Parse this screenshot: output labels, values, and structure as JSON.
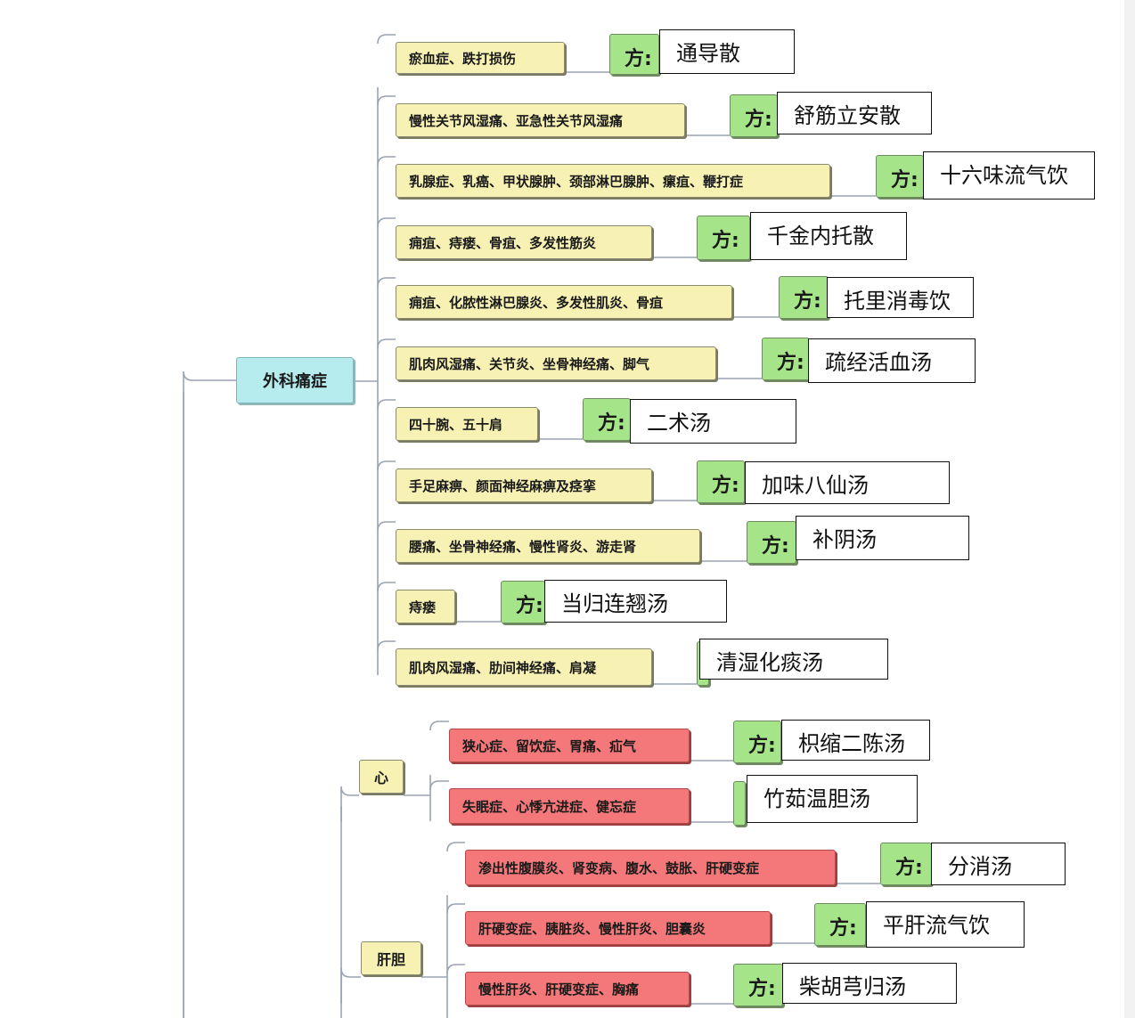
{
  "root": {
    "label": "外科痛症"
  },
  "fang_label": "方:",
  "surgical_items": [
    {
      "condition": "瘀血症、跌打损伤",
      "formula": "通导散"
    },
    {
      "condition": "慢性关节风湿痛、亚急性关节风湿痛",
      "formula": "舒筋立安散"
    },
    {
      "condition": "乳腺症、乳癌、甲状腺肿、颈部淋巴腺肿、瘰疽、鞭打症",
      "formula": "十六味流气饮"
    },
    {
      "condition": "痈疽、痔瘘、骨疽、多发性筋炎",
      "formula": "千金内托散"
    },
    {
      "condition": "痈疽、化脓性淋巴腺炎、多发性肌炎、骨疽",
      "formula": "托里消毒饮"
    },
    {
      "condition": "肌肉风湿痛、关节炎、坐骨神经痛、脚气",
      "formula": "疏经活血汤"
    },
    {
      "condition": "四十腕、五十肩",
      "formula": "二术汤"
    },
    {
      "condition": "手足麻痹、颜面神经麻痹及痉挛",
      "formula": "加味八仙汤"
    },
    {
      "condition": "腰痛、坐骨神经痛、慢性肾炎、游走肾",
      "formula": "补阴汤"
    },
    {
      "condition": "痔瘘",
      "formula": "当归连翘汤"
    },
    {
      "condition": "肌肉风湿痛、肋间神经痛、肩凝",
      "formula": "清湿化痰汤"
    }
  ],
  "categories": [
    {
      "label": "心",
      "items": [
        {
          "condition": "狭心症、留饮症、胃痛、疝气",
          "formula": "枳缩二陈汤"
        },
        {
          "condition": "失眠症、心悸亢进症、健忘症",
          "formula": "竹茹温胆汤"
        }
      ]
    },
    {
      "label": "肝胆",
      "items": [
        {
          "condition": "渗出性腹膜炎、肾变病、腹水、鼓胀、肝硬变症",
          "formula": "分消汤"
        },
        {
          "condition": "肝硬变症、胰脏炎、慢性肝炎、胆囊炎",
          "formula": "平肝流气饮"
        },
        {
          "condition": "慢性肝炎、肝硬变症、胸痛",
          "formula": "柴胡芎归汤"
        }
      ]
    }
  ],
  "colors": {
    "surgical_node": "#f7f2b4",
    "organ_node": "#f4787a",
    "root_node": "#b6ecee",
    "fang_tag": "#a6e48a"
  }
}
